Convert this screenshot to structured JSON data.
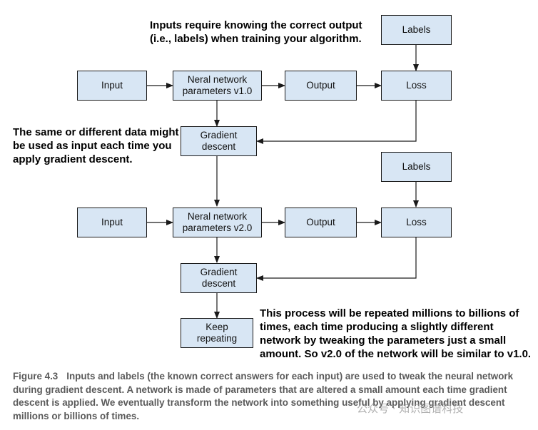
{
  "nodes": {
    "input1": "Input",
    "nn1": "Neral network\nparameters v1.0",
    "output1": "Output",
    "loss1": "Loss",
    "labels1": "Labels",
    "gd1": "Gradient\ndescent",
    "labels2": "Labels",
    "input2": "Input",
    "nn2": "Neral network\nparameters v2.0",
    "output2": "Output",
    "loss2": "Loss",
    "gd2": "Gradient\ndescent",
    "keep": "Keep\nrepeating"
  },
  "notes": {
    "labels_note": "Inputs require knowing the correct output\n(i.e., labels) when training your algorithm.",
    "data_note": "The same or different data might\nbe used as input each time you\napply gradient descent.",
    "repeat_note": "This process will be repeated millions to billions of\ntimes, each time producing a slightly different\nnetwork by tweaking the parameters just a small\namount. So v2.0 of the network will be similar to v1.0."
  },
  "caption": {
    "label": "Figure 4.3",
    "text": "Inputs and labels (the known correct answers for each input) are used to tweak the neural network during gradient descent. A network is made of parameters that are altered a small amount each time gradient descent is applied. We eventually transform the network into something useful by applying gradient descent millions or billions of times."
  },
  "watermark": "公众号 · 知识图谱科技",
  "colors": {
    "box_fill": "#d8e6f4",
    "box_border": "#1a1a1a",
    "caption_text": "#5a5a5a"
  }
}
